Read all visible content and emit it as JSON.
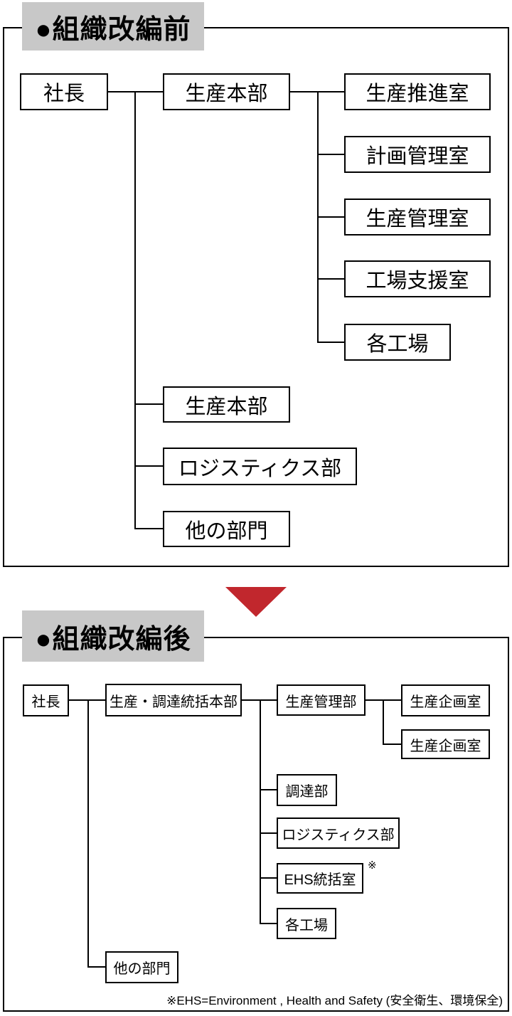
{
  "colors": {
    "header_bg": "#c8c8c8",
    "arrow_red": "#c1272d",
    "line": "#000000",
    "box_border": "#000000",
    "box_bg": "#ffffff"
  },
  "before": {
    "title": "●組織改編前",
    "nodes": {
      "president": "社長",
      "production_hq_top": "生産本部",
      "production_promotion_office": "生産推進室",
      "planning_admin_office": "計画管理室",
      "production_admin_office": "生産管理室",
      "factory_support_office": "工場支援室",
      "each_factory": "各工場",
      "production_hq_lower": "生産本部",
      "logistics_dept": "ロジスティクス部",
      "other_depts": "他の部門"
    }
  },
  "after": {
    "title": "●組織改編後",
    "nodes": {
      "president": "社長",
      "production_procurement_hq": "生産・調達統括本部",
      "production_admin_dept": "生産管理部",
      "production_planning_office_1": "生産企画室",
      "production_planning_office_2": "生産企画室",
      "procurement_dept": "調達部",
      "logistics_dept": "ロジスティクス部",
      "ehs_office": "EHS統括室",
      "ehs_note_mark": "※",
      "each_factory": "各工場",
      "other_depts": "他の部門"
    },
    "footnote": "※EHS=Environment , Health and Safety (安全衛生、環境保全)"
  }
}
